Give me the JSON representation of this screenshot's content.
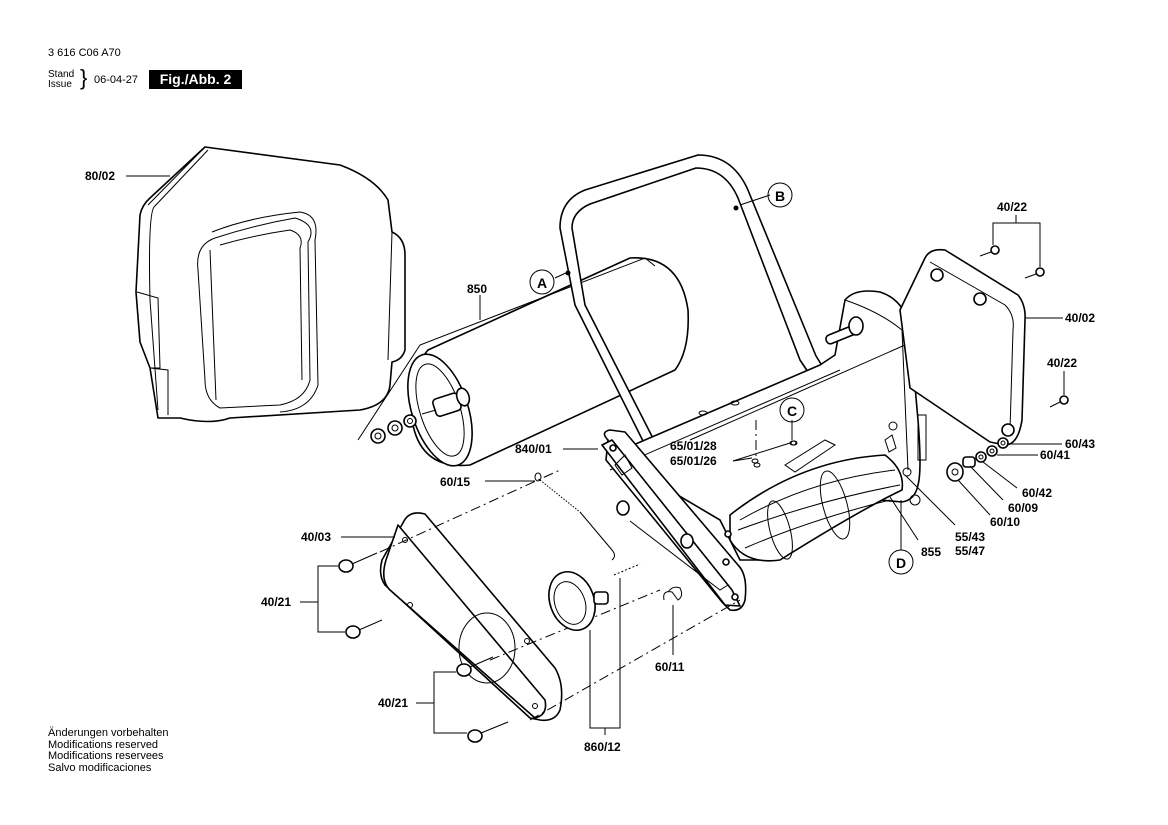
{
  "header": {
    "doc_number": "3 616 C06 A70",
    "stand_label": "Stand",
    "issue_label": "Issue",
    "date": "06-04-27",
    "figure": "Fig./Abb. 2"
  },
  "notes": [
    "Änderungen vorbehalten",
    "Modifications reserved",
    "Modifications reservees",
    "Salvo modificaciones"
  ],
  "refs": {
    "A": "A",
    "B": "B",
    "C": "C",
    "D": "D"
  },
  "parts": {
    "grass_box": "80/02",
    "roller": "850",
    "side_plate": "840/01",
    "screw_top_a": "65/01/28",
    "screw_top_b": "65/01/26",
    "tension_spring": "60/15",
    "cover_left": "40/03",
    "screws_left_upper": "40/21",
    "screws_left_lower": "40/21",
    "knob_spring": "860/12",
    "torsion_spring": "60/11",
    "screws_right_top": "40/22",
    "cover_right": "40/02",
    "screw_right_single": "40/22",
    "washer_a": "60/43",
    "washer_b": "60/41",
    "washer_c": "60/42",
    "bushing": "60/09",
    "spacer": "60/10",
    "cylinder": "855",
    "pin_a": "55/43",
    "pin_b": "55/47"
  }
}
